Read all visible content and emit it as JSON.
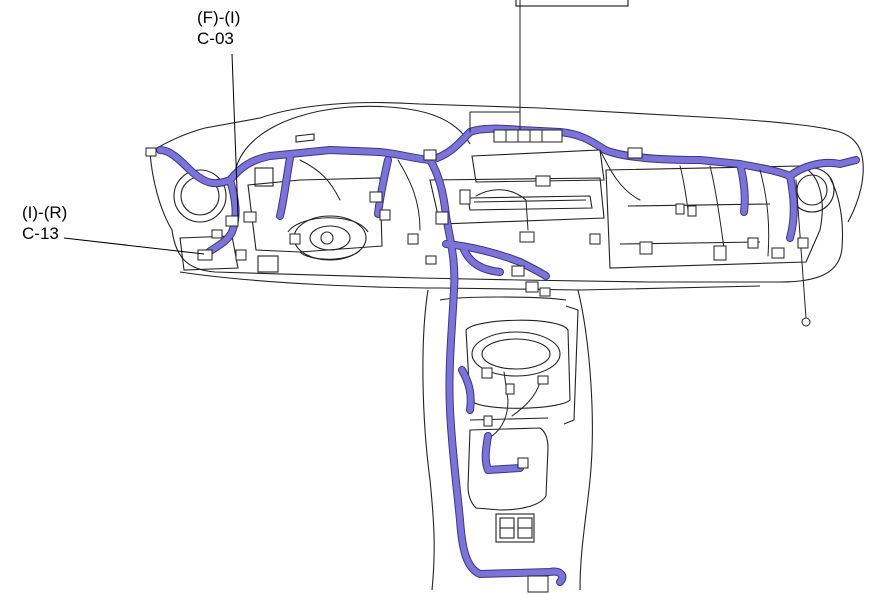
{
  "colors": {
    "harness": "#7b73d6",
    "harness_edge": "#3b3590",
    "outline": "#222222",
    "background": "#ffffff"
  },
  "callouts": [
    {
      "id": "c03",
      "line1": "(F)-(I)",
      "line2": "C-03"
    },
    {
      "id": "c13",
      "line1": "(I)-(R)",
      "line2": "C-13"
    }
  ]
}
